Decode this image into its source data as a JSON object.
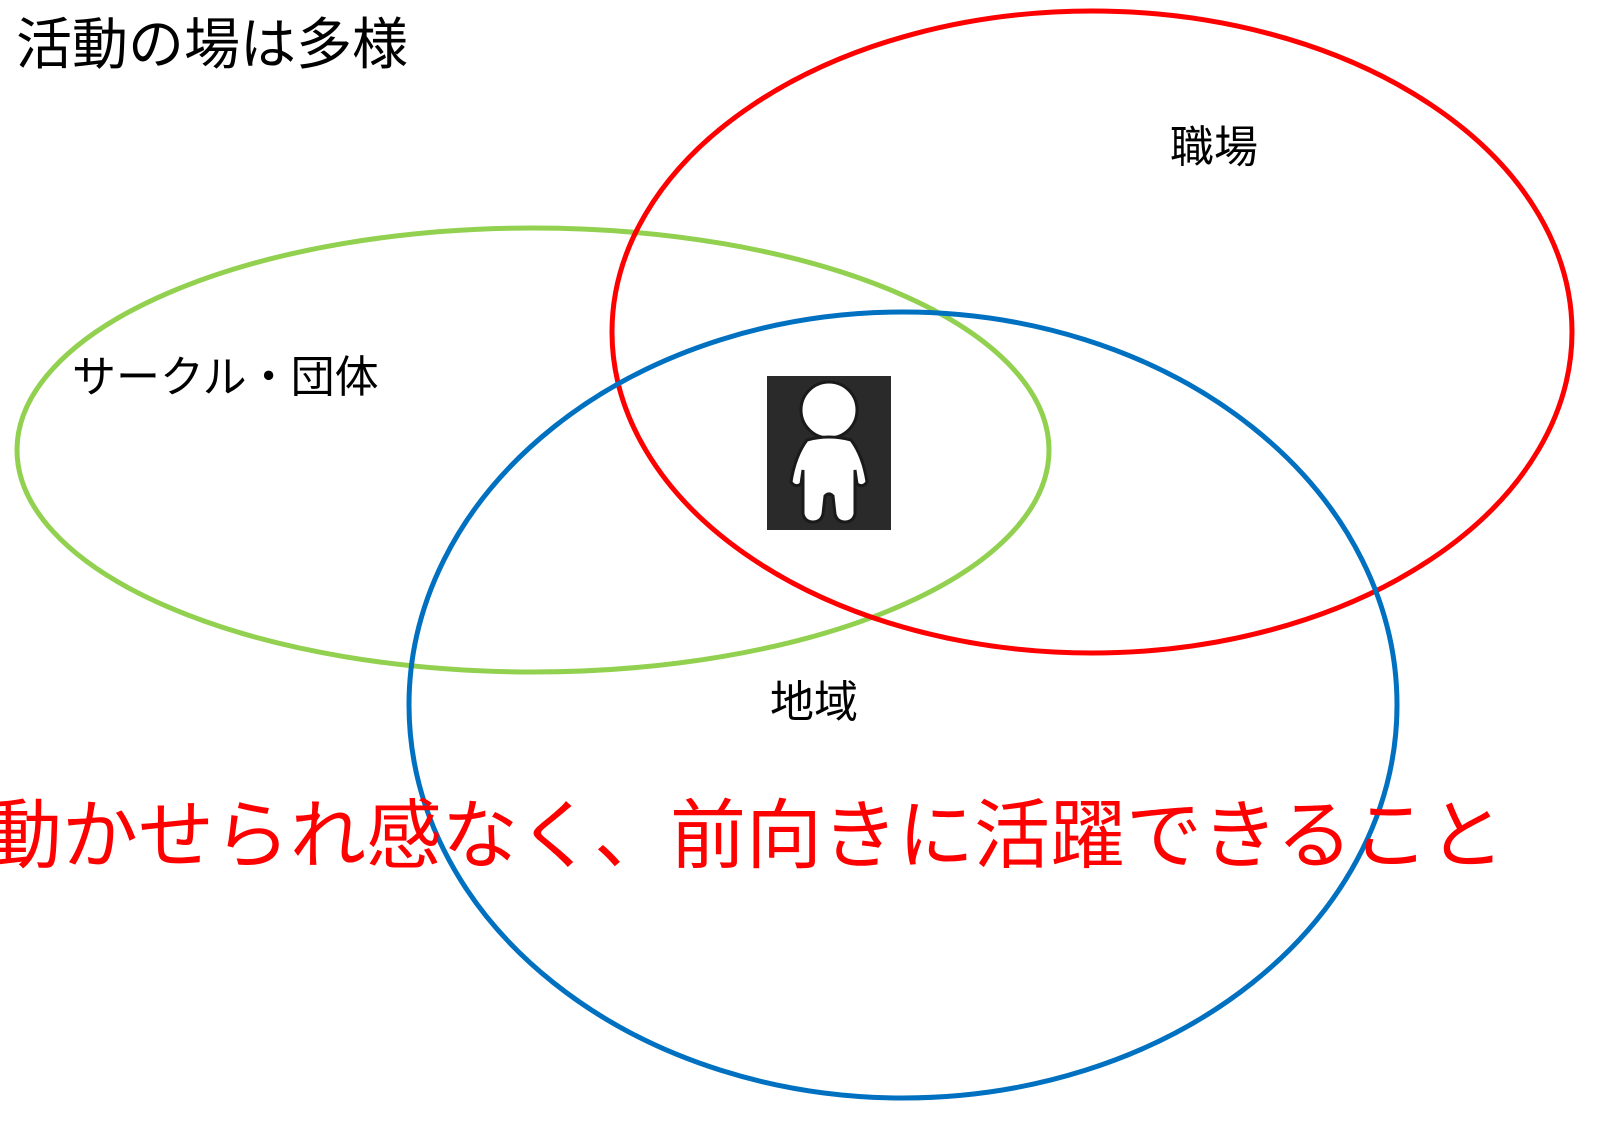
{
  "title": "活動の場は多様",
  "labels": {
    "workplace": "職場",
    "circle_group": "サークル・団体",
    "region": "地域"
  },
  "message": "動かせられ感なく、前向きに活躍できること",
  "icon": "person-icon",
  "colors": {
    "workplace_ring": "#ff0000",
    "circle_ring": "#92d050",
    "region_ring": "#0070c0",
    "message_text": "#ff0000",
    "icon_background": "#2a2a2a"
  }
}
